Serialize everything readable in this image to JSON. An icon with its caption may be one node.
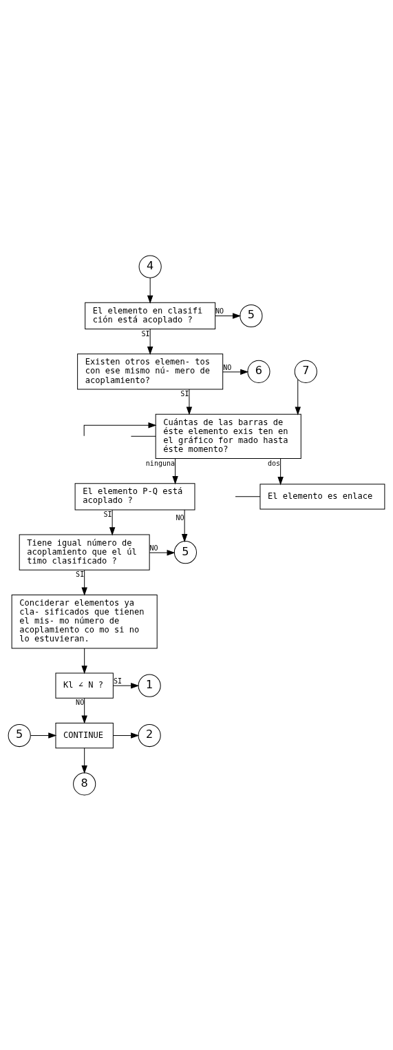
{
  "diagram": {
    "nodes": [
      {
        "text": [
          "4"
        ]
      },
      {
        "text": [
          "El elemento en clasifi ción está acoplado ?"
        ]
      },
      {
        "text": [
          "5"
        ]
      },
      {
        "text": [
          "Existen otros elemen- tos con ese mismo nú- mero de acoplamiento?"
        ]
      },
      {
        "text": [
          "6"
        ]
      },
      {
        "text": [
          "7"
        ]
      },
      {
        "text": [
          "Cuántas de las barras de éste elemento exis ten en el gráfico for mado hasta éste momento?"
        ]
      },
      {
        "text": [
          "El elemento es enlace"
        ]
      },
      {
        "text": [
          "El elemento P-Q está acoplado ?"
        ]
      },
      {
        "text": [
          "Tiene igual número de acoplamiento que el úl timo clasificado ?"
        ]
      },
      {
        "text": [
          "5"
        ]
      },
      {
        "text": [
          "Conciderar elementos ya cla- sificados que tienen el mis- mo número de acoplamiento co mo si no lo estuvieran."
        ]
      },
      {
        "text": [
          "Kl ∠ N ?"
        ]
      },
      {
        "text": [
          "1"
        ]
      },
      {
        "text": [
          "CONTINUE"
        ]
      },
      {
        "text": [
          "2"
        ]
      },
      {
        "text": [
          "5"
        ]
      },
      {
        "text": [
          "8"
        ]
      }
    ],
    "edges": [
      {
        "from": 0,
        "to": 1,
        "arrow": "to"
      },
      {
        "from": 1,
        "to": 2,
        "arrow": "to",
        "label": "NO"
      },
      {
        "from": 1,
        "to": 3,
        "arrow": "to",
        "label": "SI"
      },
      {
        "from": 3,
        "to": 4,
        "arrow": "to",
        "label": "NO"
      },
      {
        "from": 3,
        "to": 6,
        "arrow": "to",
        "label": "SI"
      },
      {
        "from": 5,
        "to": 6,
        "arrow": "to"
      },
      {
        "from": null,
        "to": 6,
        "arrow": "to"
      },
      {
        "from": 6,
        "to": null,
        "arrow": "none"
      },
      {
        "from": 6,
        "to": 7,
        "arrow": "to",
        "label": "dos"
      },
      {
        "from": 7,
        "to": null,
        "arrow": "none"
      },
      {
        "from": 6,
        "to": 8,
        "arrow": "to",
        "label": "ninguna"
      },
      {
        "from": 8,
        "to": 9,
        "arrow": "to",
        "label": "SI"
      },
      {
        "from": 8,
        "to": 10,
        "arrow": "to",
        "label": "NO"
      },
      {
        "from": 9,
        "to": 10,
        "arrow": "to",
        "label": "NO"
      },
      {
        "from": 9,
        "to": 11,
        "arrow": "to",
        "label": "SI"
      },
      {
        "from": 11,
        "to": 12,
        "arrow": "to"
      },
      {
        "from": 12,
        "to": 13,
        "arrow": "to",
        "label": "SI"
      },
      {
        "from": 12,
        "to": 14,
        "arrow": "to",
        "label": "NO"
      },
      {
        "from": 14,
        "to": 15,
        "arrow": "to"
      },
      {
        "from": 16,
        "to": 14,
        "arrow": "to"
      },
      {
        "from": 14,
        "to": 17,
        "arrow": "to"
      }
    ]
  }
}
